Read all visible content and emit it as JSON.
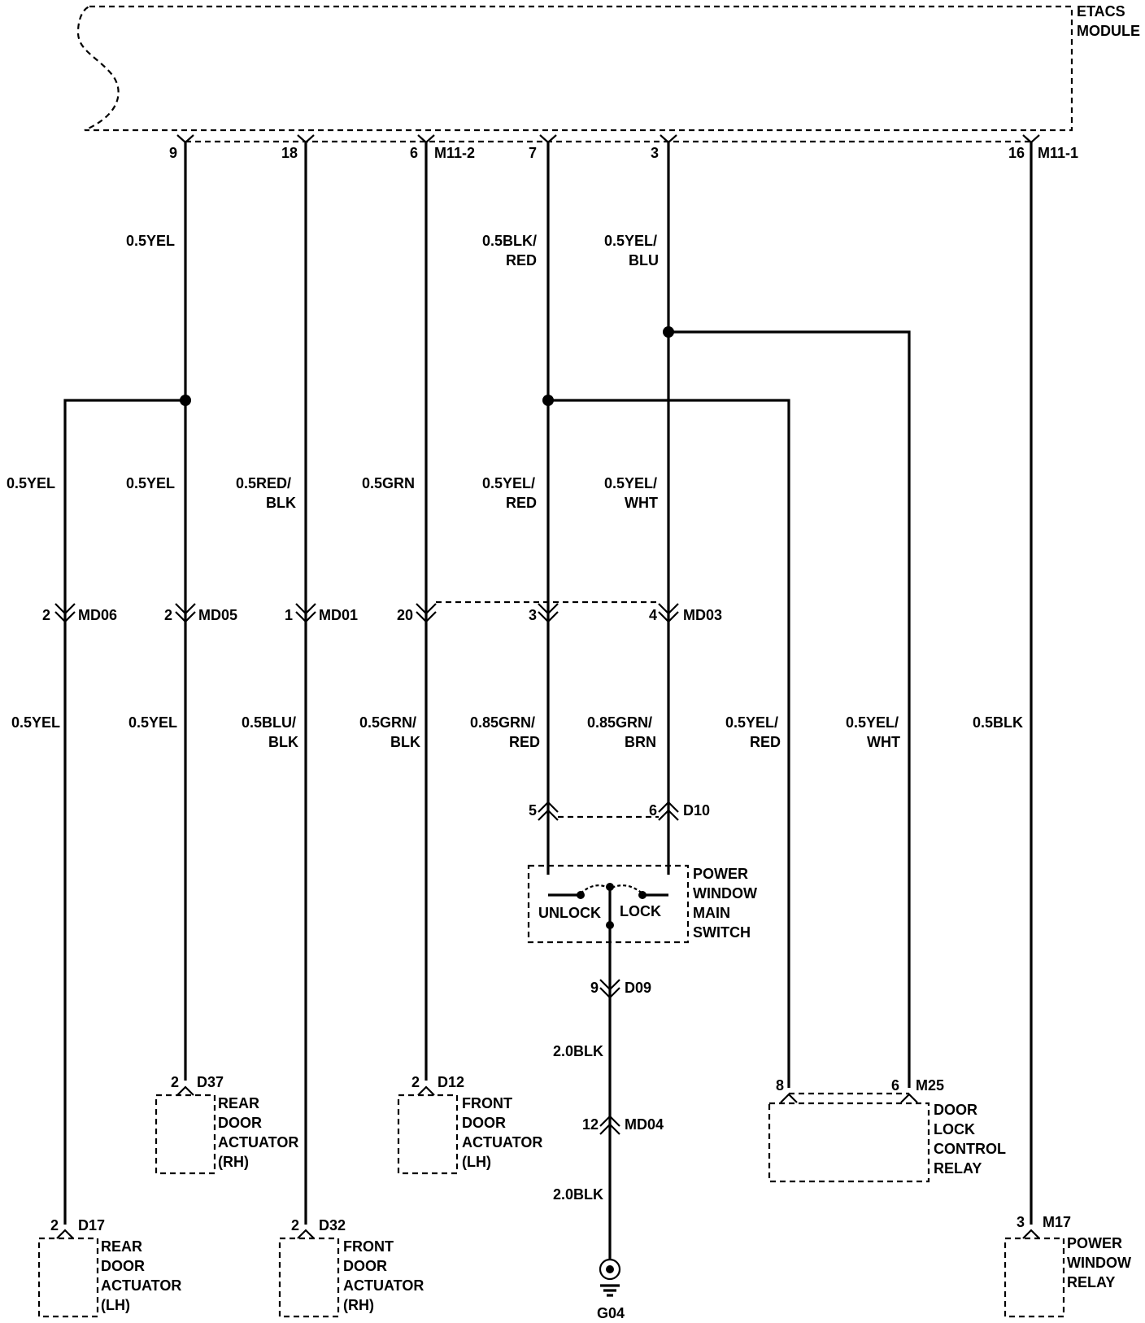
{
  "etacs": {
    "line1": "ETACS",
    "line2": "MODULE"
  },
  "connectors": {
    "m11_1": "M11-1",
    "m11_2": "M11-2",
    "md06": "MD06",
    "md05": "MD05",
    "md01": "MD01",
    "md03": "MD03",
    "d10": "D10",
    "d09": "D09",
    "md04": "MD04",
    "d37": "D37",
    "d12": "D12",
    "m25": "M25",
    "d17": "D17",
    "d32": "D32",
    "m17": "M17"
  },
  "pins": {
    "e9": "9",
    "e18": "18",
    "e6": "6",
    "e7": "7",
    "e3": "3",
    "e16": "16",
    "md06": "2",
    "md05": "2",
    "md01": "1",
    "md03_20": "20",
    "md03_3": "3",
    "md03_4": "4",
    "d10_5": "5",
    "d10_6": "6",
    "d09": "9",
    "md04": "12",
    "d37": "2",
    "d12": "2",
    "m25_8": "8",
    "m25_6": "6",
    "d17": "2",
    "d32": "2",
    "m17": "3"
  },
  "wires": {
    "w1": "0.5YEL",
    "w2a": "0.5BLK/",
    "w2b": "RED",
    "w3a": "0.5YEL/",
    "w3b": "BLU",
    "w4": "0.5YEL",
    "w5": "0.5YEL",
    "w6a": "0.5RED/",
    "w6b": "BLK",
    "w7": "0.5GRN",
    "w8a": "0.5YEL/",
    "w8b": "RED",
    "w9a": "0.5YEL/",
    "w9b": "WHT",
    "w10": "0.5YEL",
    "w11": "0.5YEL",
    "w12a": "0.5BLU/",
    "w12b": "BLK",
    "w13a": "0.5GRN/",
    "w13b": "BLK",
    "w14a": "0.85GRN/",
    "w14b": "RED",
    "w15a": "0.85GRN/",
    "w15b": "BRN",
    "w16a": "0.5YEL/",
    "w16b": "RED",
    "w17a": "0.5YEL/",
    "w17b": "WHT",
    "w18": "0.5BLK",
    "w19": "2.0BLK",
    "w20": "2.0BLK"
  },
  "components": {
    "pw_switch": [
      "POWER",
      "WINDOW",
      "MAIN",
      "SWITCH"
    ],
    "unlock": "UNLOCK",
    "lock": "LOCK",
    "rear_rh": [
      "REAR",
      "DOOR",
      "ACTUATOR",
      "(RH)"
    ],
    "front_lh": [
      "FRONT",
      "DOOR",
      "ACTUATOR",
      "(LH)"
    ],
    "dlcr": [
      "DOOR",
      "LOCK",
      "CONTROL",
      "RELAY"
    ],
    "rear_lh": [
      "REAR",
      "DOOR",
      "ACTUATOR",
      "(LH)"
    ],
    "front_rh": [
      "FRONT",
      "DOOR",
      "ACTUATOR",
      "(RH)"
    ],
    "pw_relay": [
      "POWER",
      "WINDOW",
      "RELAY"
    ],
    "ground": "G04"
  }
}
